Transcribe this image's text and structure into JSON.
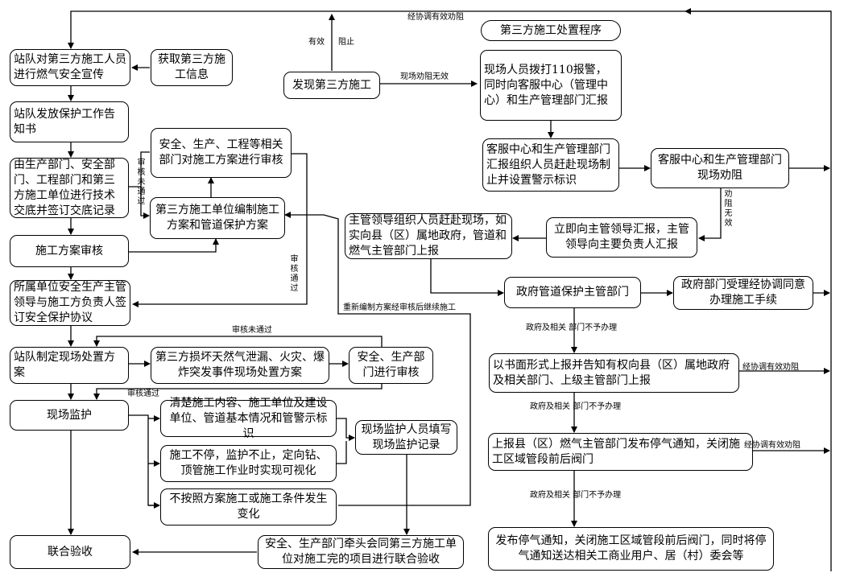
{
  "title": "第三方施工处置程序",
  "left_column": {
    "publicity": "站队对第三方施工人员进行燃气安全宣传",
    "get_info": "获取第三方施工信息",
    "protect_notice": "站队发放保护工作告知书",
    "tech_briefing": "由生产部门、安全部门、工程部门和第三方施工单位进行技术交底并签订交底记录",
    "dept_review": "安全、生产、工程等相关部门对施工方案进行审核",
    "prepare_plan": "第三方施工单位编制施工方案和管道保护方案",
    "plan_review": "施工方案审核",
    "sign_agreement": "所属单位安全生产主管领导与施工方负责人签订安全保护协议",
    "onsite_plan": "站队制定现场处置方案",
    "accident_plan": "第三方损坏天然气泄漏、火灾、爆炸突发事件现场处置方案",
    "safety_review": "安全、生产部门进行审核",
    "monitoring": "现场监护",
    "clarify": "清楚施工内容、施工单位及建设单位、管道基本情况和管警示标识",
    "no_stop": "施工不停，监护不止，定向钻、顶管施工作业时实现可视化",
    "deviation": "不按照方案施工或施工条件发生变化",
    "fill_record": "现场监护人员填写现场监护记录",
    "joint_acceptance": "联合验收",
    "acceptance_org": "安全、生产部门牵头会同第三方施工单位对施工完的项目进行联合验收"
  },
  "right_column": {
    "discover": "发现第三方施工",
    "report_110": "现场人员拨打110报警，同时向客服中心（管理中心）和生产管理部门汇报",
    "rush_site": "客服中心和生产管理部门汇报组织人员赶赴现场制止并设置警示标识",
    "dissuade": "客服中心和生产管理部门现场劝阻",
    "report_leader": "立即向主管领导汇报，主管领导向主要负责人汇报",
    "leader_site": "主管领导组织人员赶赴现场，如实向县（区）属地政府，管道和燃气主管部门上报",
    "gov_dept": "政府管道保护主管部门",
    "gov_accept": "政府部门受理经协调同意办理施工手续",
    "written_report": "以书面形式上报并告知有权向县（区）属地政府及相关部门、上级主管部门上报",
    "gas_notice": "上报县（区）燃气主管部门发布停气通知，关闭施工区域管段前后阀门",
    "publish_notice": "发布停气通知，关闭施工区域管段前后阀门，同时将停气通知送达相关工商业用户、居（村）委会等"
  },
  "labels": {
    "effective_top": "经协调有效劝阻",
    "effective": "有效",
    "stop": "阻止",
    "dissuade_invalid": "现场劝阻无效",
    "review_fail_v": "审核未通过",
    "review_pass_v": "审核通过",
    "dissuade_invalid_v": "劝阻无效",
    "resubmit": "重新编制方案经审核后继续施工",
    "review_fail": "审核未通过",
    "review_pass": "审核通过",
    "gov_no_action_1": "政府及相关 部门不予办理",
    "gov_no_action_2": "政府及相关 部门不予办理",
    "gov_no_action_3": "政府及相关 部门不予办理",
    "effective_2": "经协调有效劝阻",
    "effective_3": "经协调有效劝阻"
  }
}
